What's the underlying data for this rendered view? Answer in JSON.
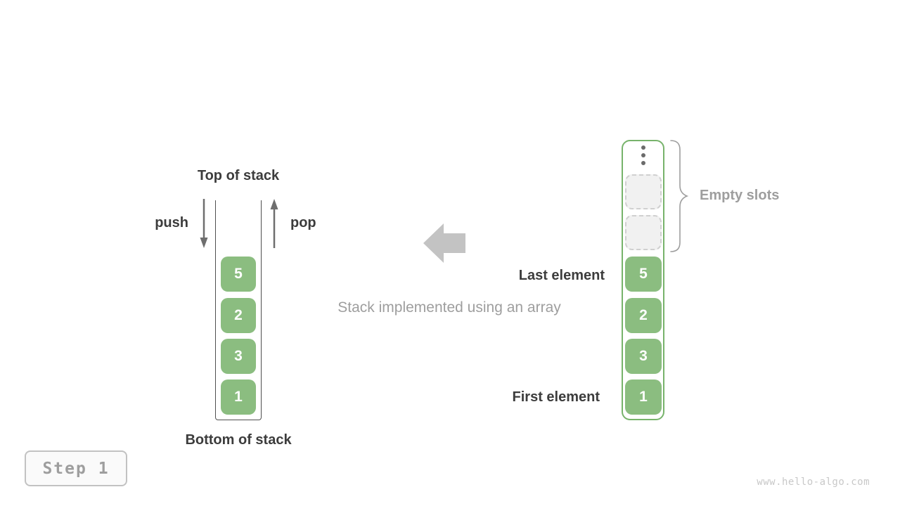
{
  "left_stack": {
    "top_label": "Top of stack",
    "bottom_label": "Bottom of stack",
    "push_label": "push",
    "pop_label": "pop",
    "cells": [
      "5",
      "2",
      "3",
      "1"
    ]
  },
  "center": {
    "caption": "Stack implemented using an array",
    "arrow_icon": "left-block-arrow"
  },
  "right_array": {
    "ellipsis_icon": "vertical-ellipsis",
    "empty_slot_count": 2,
    "cells": [
      "5",
      "2",
      "3",
      "1"
    ],
    "empty_slots_label": "Empty slots",
    "last_element_label": "Last element",
    "first_element_label": "First element"
  },
  "footer": {
    "step_label": "Step 1",
    "watermark": "www.hello-algo.com"
  },
  "colors": {
    "cell_green": "#8bbd80",
    "array_border_green": "#77b36b",
    "dark_text": "#3c3c3c",
    "gray_text": "#9e9e9e",
    "block_arrow_gray": "#c3c3c3",
    "empty_slot_fill": "#f1f1f1",
    "empty_slot_border": "#d0d0d0",
    "thin_arrow_gray": "#6e6e6e"
  }
}
